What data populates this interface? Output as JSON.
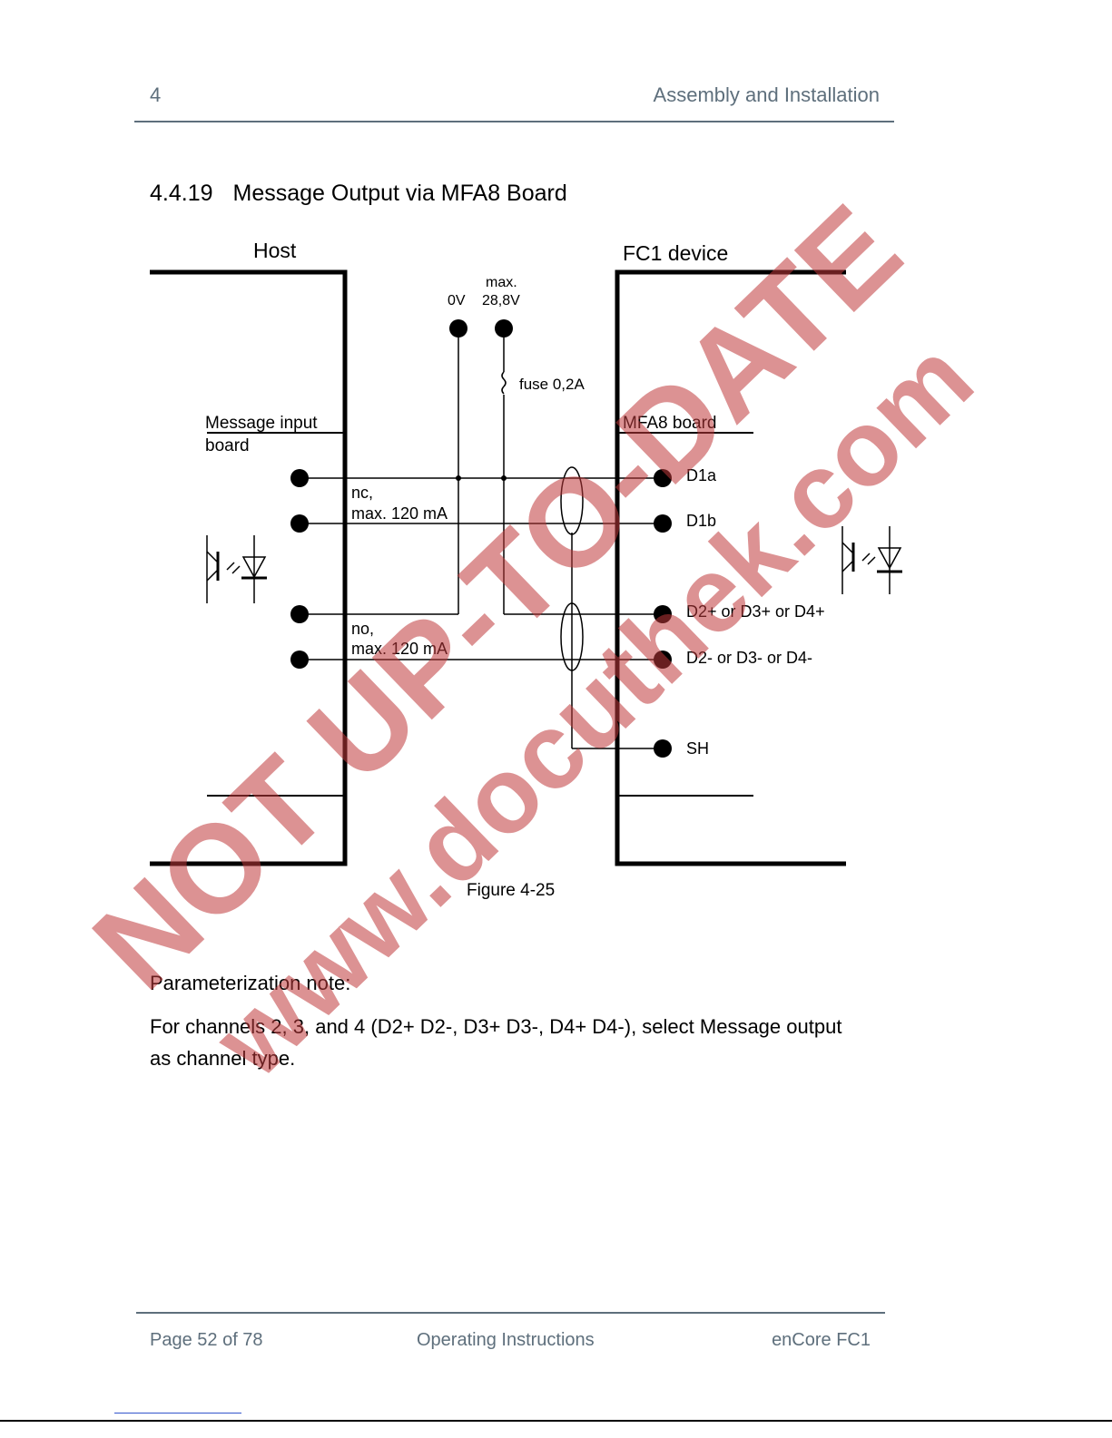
{
  "header": {
    "chapter_num": "4",
    "chapter_title": "Assembly and Installation"
  },
  "section": {
    "number": "4.4.19",
    "title": "Message Output via MFA8 Board"
  },
  "diagram": {
    "host_label": "Host",
    "device_label": "FC1 device",
    "max_label": "max.",
    "v0_label": "0V",
    "v28_label": "28,8V",
    "fuse_label": "fuse 0,2A",
    "msg_input_line1": "Message input",
    "msg_input_line2": "board",
    "mfa8_label": "MFA8 board",
    "nc_line1": "nc,",
    "nc_line2": "max. 120 mA",
    "no_line1": "no,",
    "no_line2": "max. 120 mA",
    "term_d1a": "D1a",
    "term_d1b": "D1b",
    "term_d2p": "D2+ or D3+ or D4+",
    "term_d2m": "D2- or D3- or D4-",
    "term_sh": "SH"
  },
  "figure_caption": "Figure 4-25",
  "note": {
    "heading": "Parameterization note:",
    "body": "For channels 2, 3, and 4 (D2+ D2-, D3+ D3-, D4+ D4-), select Message output as channel type."
  },
  "footer": {
    "page": "Page 52 of 78",
    "doc": "Operating Instructions",
    "product": "enCore FC1"
  },
  "watermark": {
    "line1": "NOT UP-TO-DATE",
    "line2": "www.docuthek.com",
    "color": "#c0393b"
  }
}
